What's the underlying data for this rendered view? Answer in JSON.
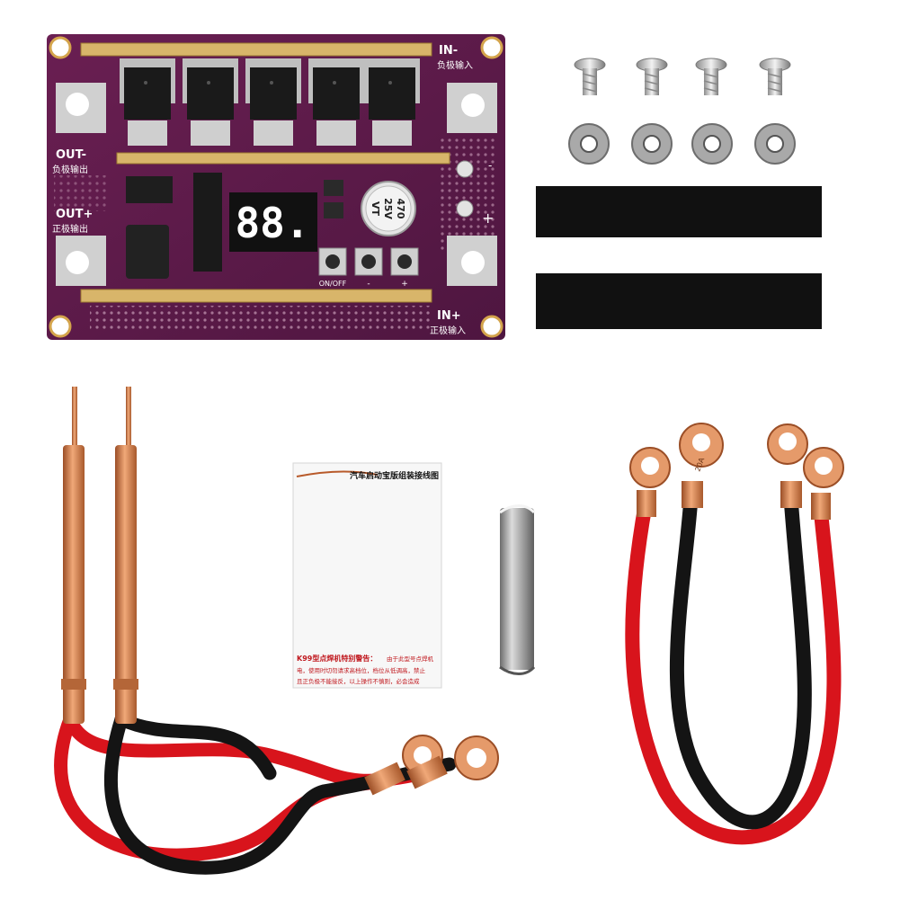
{
  "pcb": {
    "in_neg": "IN-",
    "in_neg_cn": "负极输入",
    "in_pos": "IN+",
    "in_pos_cn": "正极输入",
    "out_neg": "OUT-",
    "out_neg_cn": "负极输出",
    "out_pos": "OUT+",
    "out_pos_cn": "正极输出",
    "display": "88.",
    "cap_value": "470",
    "cap_voltage": "25V",
    "cap_series": "VT",
    "btn_onoff": "ON/OFF",
    "btn_minus": "-",
    "btn_plus": "+",
    "term_minus": "-",
    "term_plus": "+"
  },
  "manual": {
    "header": "汽车启动宝版组装接线图",
    "warning_title": "K99型点焊机特别警告：",
    "warning_body_1": "由于此型号点焊机",
    "warning_body_2": "电，使用时切勿请求高档位，档位从低调高，禁止",
    "warning_body_3": "且正负极不能接反，以上操作不慎则，必会造成"
  },
  "cable": {
    "label": "20A"
  },
  "colors": {
    "pcb": "#5b1a46",
    "copper": "#c87a4a",
    "red_wire": "#d8141c",
    "black_wire": "#141414"
  }
}
